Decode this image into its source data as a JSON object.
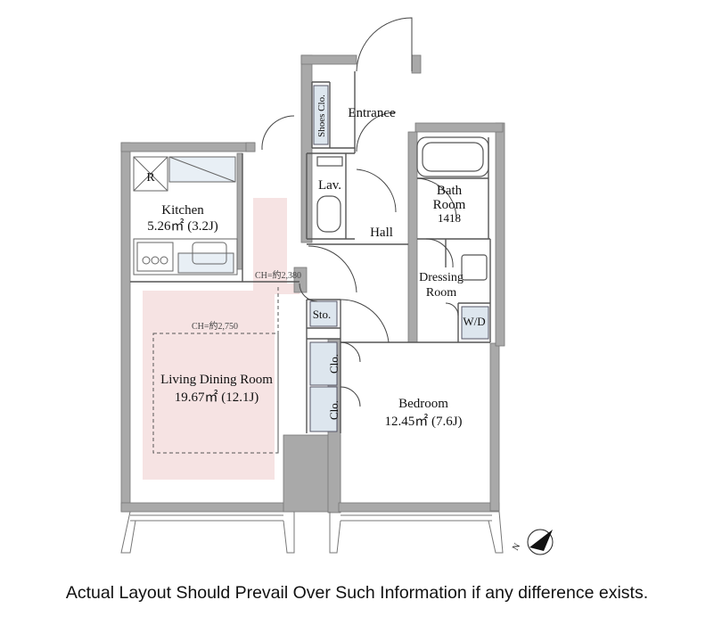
{
  "rooms": {
    "kitchen": {
      "name": "Kitchen",
      "area": "5.26㎡ (3.2J)"
    },
    "living": {
      "name": "Living Dining Room",
      "area": "19.67㎡ (12.1J)",
      "ceiling": "CH=約2,750"
    },
    "ceiling_lowered": "CH=約2,380",
    "entrance": "Entrance",
    "shoes": "Shoes Clo.",
    "lav": "Lav.",
    "hall": "Hall",
    "bath": {
      "name1": "Bath",
      "name2": "Room",
      "size": "1418"
    },
    "dressing": {
      "name1": "Dressing",
      "name2": "Room"
    },
    "wd": "W/D",
    "sto": "Sto.",
    "clo1": "Clo.",
    "clo2": "Clo.",
    "bedroom": {
      "name": "Bedroom",
      "area": "12.45㎡ (7.6J)"
    },
    "fridge": "R"
  },
  "compass": {
    "label": "N"
  },
  "colors": {
    "wall": "#a9a9a9",
    "living_highlight": "#f6e3e3",
    "storage_fill": "#dde6ee",
    "line": "#555555"
  },
  "disclaimer": "Actual Layout Should Prevail Over Such Information if any difference exists."
}
